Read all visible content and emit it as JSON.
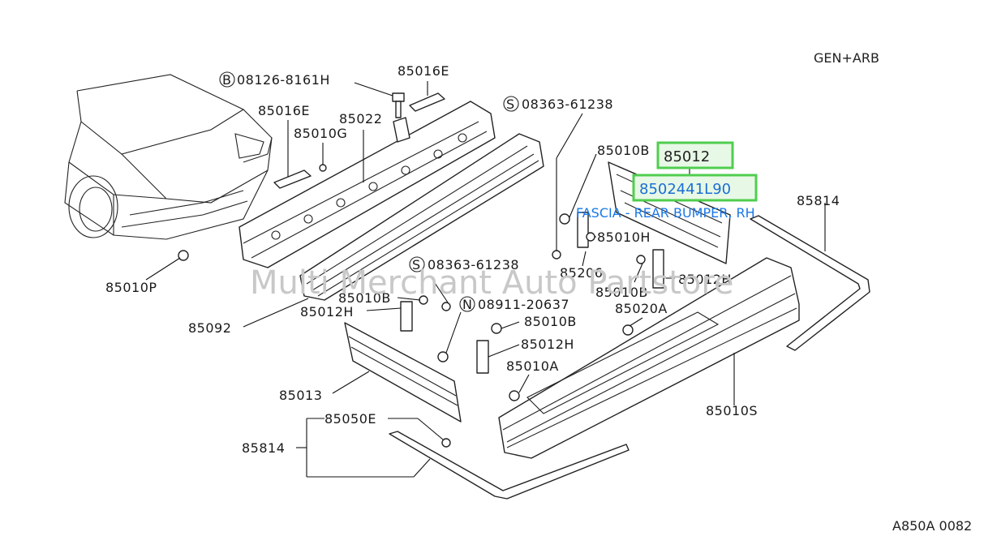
{
  "corner_tag": "GEN+ARB",
  "diagram_code": "A850A 0082",
  "watermark": "Multi Merchant Auto Partstore",
  "highlight": {
    "part_number": "85012",
    "oem_number": "8502441L90",
    "description": "FASCIA - REAR BUMPER, RH"
  },
  "labels": {
    "bolt_b": "08126-8161H",
    "bolt_b_prefix": "B",
    "p85016e_top": "85016E",
    "p85016e_left": "85016E",
    "p85022": "85022",
    "p85010g": "85010G",
    "screw_s1": "08363-61238",
    "screw_s1_prefix": "S",
    "p85010b_a": "85010B",
    "p85814_r": "85814",
    "p85010h": "85010H",
    "p85206": "85206",
    "p85010b_b": "85010B",
    "p85012h_a": "85012H",
    "screw_s2": "08363-61238",
    "screw_s2_prefix": "S",
    "p85010b_c": "85010B",
    "p85012h_b": "85012H",
    "nut_n": "08911-20637",
    "nut_n_prefix": "N",
    "p85010b_d": "85010B",
    "p85020a": "85020A",
    "p85012h_c": "85012H",
    "p85010a": "85010A",
    "p85010p": "85010P",
    "p85092": "85092",
    "p85013": "85013",
    "p85010s": "85010S",
    "p85050e": "85050E",
    "p85814_l": "85814"
  }
}
